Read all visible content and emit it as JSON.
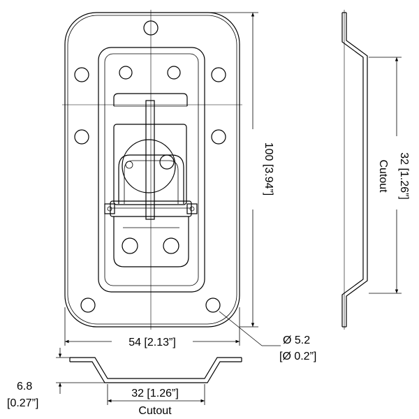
{
  "dimensions": {
    "width": "54 [2.13”]",
    "height": "100 [3.94”]",
    "cutout_side_value": "32 [1.26”]",
    "cutout_side_label": "Cutout",
    "cutout_bottom_value": "32 [1.26”]",
    "cutout_bottom_label": "Cutout",
    "hole_dia_mm": "Ø 5.2",
    "hole_dia_in": "[Ø 0.2”]",
    "depth_mm": "6.8",
    "depth_in": "[0.27”]"
  }
}
